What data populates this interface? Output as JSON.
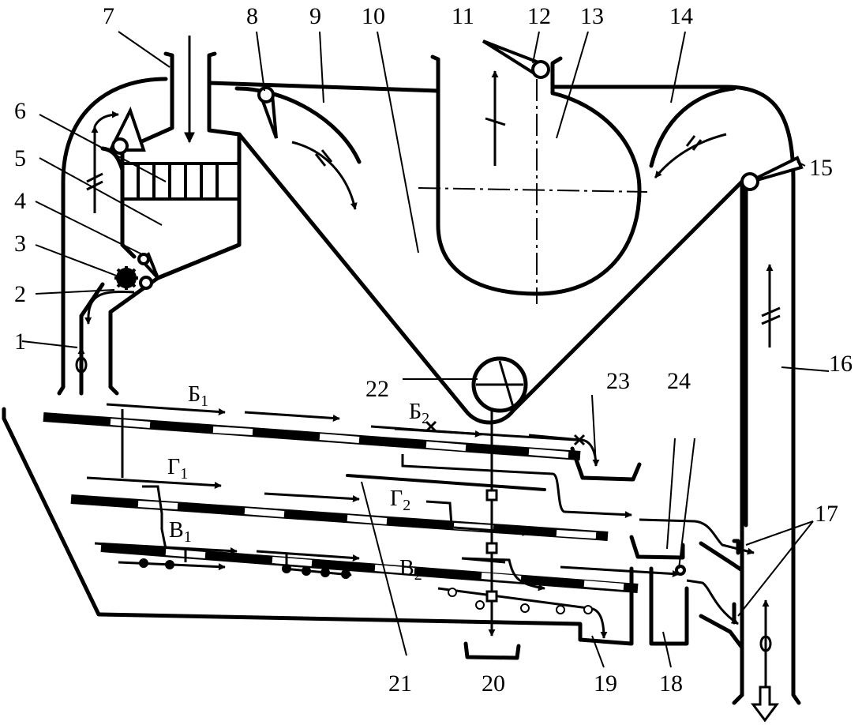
{
  "diagram": {
    "part_numbers": [
      "1",
      "2",
      "3",
      "4",
      "5",
      "6",
      "7",
      "8",
      "9",
      "10",
      "11",
      "12",
      "13",
      "14",
      "15",
      "16",
      "17",
      "18",
      "19",
      "20",
      "21",
      "22",
      "23",
      "24"
    ],
    "stream_labels": {
      "b1": {
        "main": "Б",
        "sub": "1"
      },
      "b2": {
        "main": "Б",
        "sub": "2"
      },
      "g1": {
        "main": "Г",
        "sub": "1"
      },
      "g2": {
        "main": "Г",
        "sub": "2"
      },
      "v1": {
        "main": "В",
        "sub": "1"
      },
      "v2": {
        "main": "В",
        "sub": "2"
      }
    },
    "colors": {
      "ink": "#000000",
      "paper": "#ffffff"
    }
  }
}
